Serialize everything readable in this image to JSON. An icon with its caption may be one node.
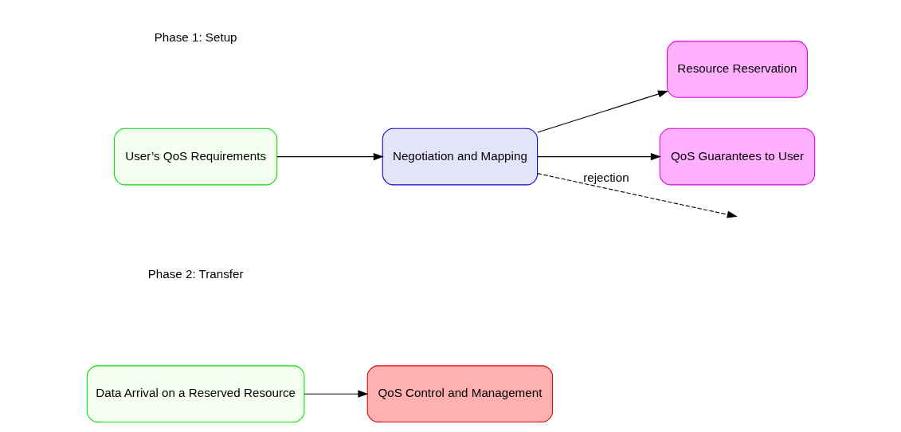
{
  "diagram": {
    "nodes": [
      {
        "text": [
          "User’s QoS Requirements"
        ]
      },
      {
        "text": [
          "Negotiation and Mapping"
        ]
      },
      {
        "text": [
          "Resource Reservation"
        ]
      },
      {
        "text": [
          "QoS Guarantees to User"
        ]
      },
      {
        "text": [
          "Data Arrival on a Reserved Resource"
        ]
      },
      {
        "text": [
          "QoS Control and Management"
        ]
      }
    ],
    "edges": [
      {
        "from": 0,
        "to": 1,
        "arrow": "to"
      },
      {
        "from": 1,
        "to": null,
        "arrow": "to",
        "label": "rejection",
        "style": "dashed"
      },
      {
        "from": 1,
        "to": 2,
        "arrow": "to"
      },
      {
        "from": 1,
        "to": 3,
        "arrow": "to"
      },
      {
        "from": 4,
        "to": 5,
        "arrow": "to"
      }
    ],
    "labels": [
      "Phase 1: Setup",
      "Phase 2: Transfer"
    ]
  }
}
